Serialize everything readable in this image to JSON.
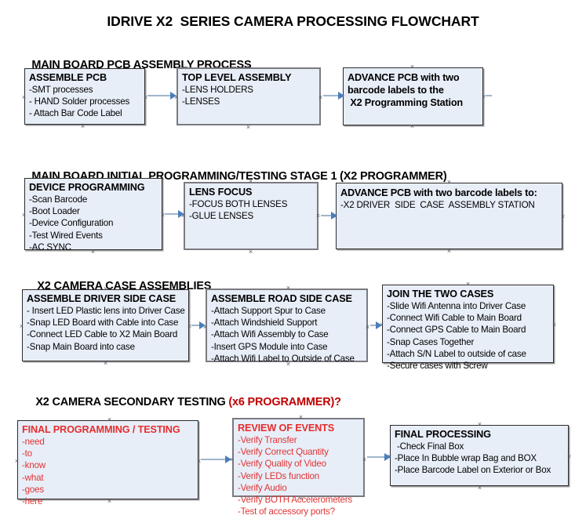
{
  "document": {
    "title": "IDRIVE X2  SERIES CAMERA PROCESSING FLOWCHART"
  },
  "sections": [
    {
      "id": "main-board-pcb-assembly",
      "heading": "MAIN BOARD PCB ASSEMBLY PROCESS",
      "heading_accent": ""
    },
    {
      "id": "main-board-initial-programming",
      "heading": "MAIN BOARD INITIAL PROGRAMMING/TESTING STAGE 1 (X2 PROGRAMMER)",
      "heading_accent": ""
    },
    {
      "id": "x2-camera-case-assemblies",
      "heading": "X2 CAMERA CASE ASSEMBLIES",
      "heading_accent": ""
    },
    {
      "id": "x2-camera-secondary-testing",
      "heading": "X2 CAMERA SECONDARY TESTING ",
      "heading_accent": "(x6 PROGRAMMER)?"
    }
  ],
  "nodes": {
    "assemble_pcb": {
      "title": "ASSEMBLE PCB",
      "lines": [
        "-SMT processes",
        "- HAND Solder processes",
        "- Attach Bar Code Label"
      ]
    },
    "top_level_assembly": {
      "title": "TOP LEVEL ASSEMBLY",
      "lines": [
        "-LENS HOLDERS",
        "-LENSES"
      ]
    },
    "advance_pcb_programming_station": {
      "title": "ADVANCE PCB with two",
      "lines": [
        "barcode labels to the",
        " X2 Programming Station"
      ]
    },
    "device_programming": {
      "title": "DEVICE PROGRAMMING",
      "lines": [
        "-Scan Barcode",
        "-Boot Loader",
        "-Device Configuration",
        "-Test Wired Events",
        "-AC SYNC"
      ]
    },
    "lens_focus": {
      "title": "LENS FOCUS",
      "lines": [
        "-FOCUS BOTH LENSES",
        "-GLUE LENSES"
      ]
    },
    "advance_pcb_driver_side": {
      "title": "ADVANCE PCB with two barcode labels to:",
      "lines": [
        "-X2 DRIVER  SIDE  CASE  ASSEMBLY STATION"
      ]
    },
    "assemble_driver_side_case": {
      "title": "ASSEMBLE DRIVER SIDE CASE",
      "lines": [
        "- Insert LED Plastic lens into Driver Case",
        "-Snap LED Board with Cable into Case",
        "-Connect LED Cable to X2 Main Board",
        "-Snap Main Board into case"
      ]
    },
    "assemble_road_side_case": {
      "title": "ASSEMBLE ROAD SIDE CASE",
      "lines": [
        "-Attach Support Spur to Case",
        "-Attach Windshield Support",
        "-Attach Wifi Assembly to Case",
        "-Insert GPS Module into Case",
        "-Attach Wifi Label to Outside of Case"
      ]
    },
    "join_the_two_cases": {
      "title": "JOIN THE TWO CASES",
      "lines": [
        "-Slide Wifi Antenna into Driver Case",
        "-Connect Wifi Cable to Main Board",
        "-Connect GPS Cable to Main Board",
        "-Snap Cases Together",
        "-Attach S/N Label to outside of case",
        "-Secure cases with Screw"
      ]
    },
    "final_programming_testing": {
      "title": "FINAL PROGRAMMING / TESTING",
      "lines": [
        "-need",
        "-to",
        "-know",
        "-what",
        "-goes",
        "-here"
      ]
    },
    "review_of_events": {
      "title": "REVIEW OF EVENTS",
      "lines": [
        "-Verify Transfer",
        "-Verify Correct Quantity",
        "-Verify Quality of Video",
        "-Verify LEDs function",
        "-Verify Audio",
        "-Verify BOTH Accelerometers",
        "-Test of accessory ports?"
      ]
    },
    "final_processing": {
      "title": "FINAL PROCESSING",
      "lines": [
        " -Check Final Box",
        "-Place In Bubble wrap Bag and BOX",
        "-Place Barcode Label on Exterior or Box"
      ]
    }
  },
  "colors": {
    "node_fill": "#e8eef8",
    "node_border_thin": "#2b2b2b",
    "node_border_thick": "#7a7a80",
    "connector_line": "#9fb6cc",
    "connector_arrow": "#4a7ebb",
    "accent_red": "#c00000",
    "text_black": "#000000"
  }
}
